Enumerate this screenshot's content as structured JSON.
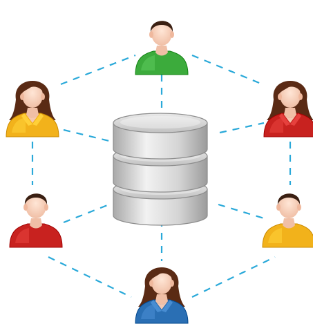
{
  "diagram": {
    "center_node": {
      "icon": "database-icon",
      "disk_count": 3,
      "colors": {
        "light": "#f4f4f4",
        "mid": "#cfcfcf",
        "dark": "#9a9a9a",
        "edge": "#8c8c8c"
      }
    },
    "connector_color": "#2aa9d9",
    "nodes": [
      {
        "id": "top",
        "icon": "male-user-icon",
        "shirt_color": "#3cab3c",
        "hair_color": "#3a1f12"
      },
      {
        "id": "top-left",
        "icon": "female-user-icon",
        "shirt_color": "#f2b21b",
        "hair_color": "#5a2a14"
      },
      {
        "id": "top-right",
        "icon": "female-user-icon",
        "shirt_color": "#c8221f",
        "hair_color": "#5a2a14"
      },
      {
        "id": "bottom-left",
        "icon": "male-user-icon",
        "shirt_color": "#c8221f",
        "hair_color": "#3a1f12"
      },
      {
        "id": "bottom-right",
        "icon": "male-user-icon",
        "shirt_color": "#f2b21b",
        "hair_color": "#3a1f12"
      },
      {
        "id": "bottom",
        "icon": "female-user-icon",
        "shirt_color": "#2a6fb4",
        "hair_color": "#5a2a14"
      }
    ]
  }
}
